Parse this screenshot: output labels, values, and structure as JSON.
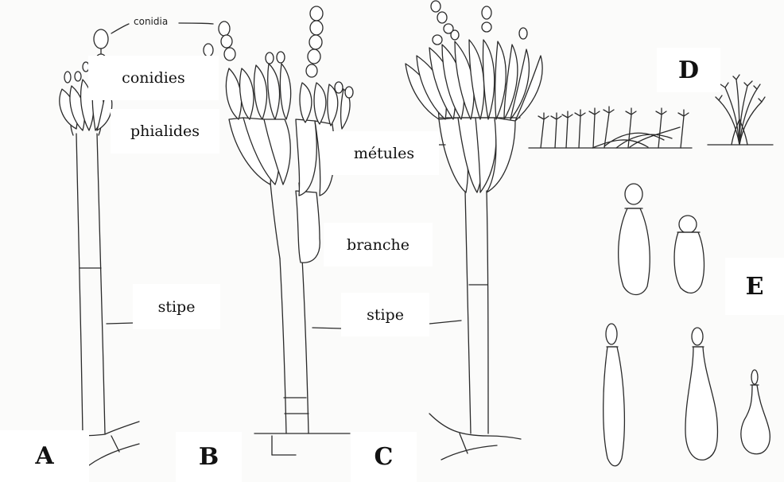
{
  "labels": {
    "conidia": "conidia",
    "conidies": "conidies",
    "phialides": "phialides",
    "metules": "métules",
    "branche": "branche",
    "stipe_a": "stipe",
    "stipe_b": "stipe"
  },
  "panels": {
    "a": "A",
    "b": "B",
    "c": "C",
    "d": "D",
    "e": "E"
  }
}
